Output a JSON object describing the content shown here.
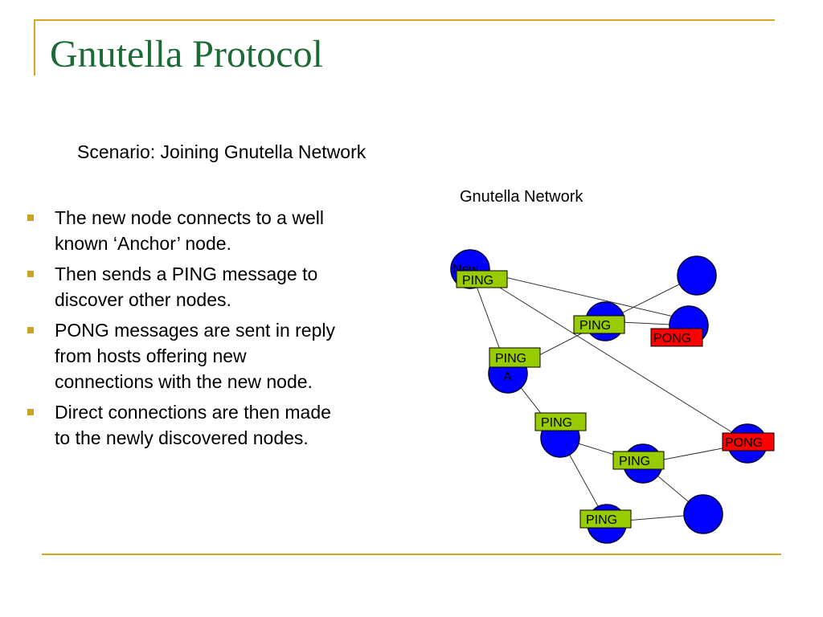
{
  "title": "Gnutella Protocol",
  "subtitle": "Scenario: Joining Gnutella Network",
  "bullets": [
    "The new node connects to a well known ‘Anchor’ node.",
    "Then sends a PING message to discover other nodes.",
    "PONG messages are sent in reply from hosts offering new connections with the new node.",
    "Direct connections are then made to the newly discovered nodes."
  ],
  "diagram": {
    "network_label": "Gnutella Network",
    "node_labels": {
      "new": "New",
      "anchor": "A"
    },
    "tags": {
      "ping_new": "PING",
      "ping_mid": "PING",
      "ping_anchor": "PING",
      "ping_lower": "PING",
      "ping_right_lower": "PING",
      "ping_bottom": "PING",
      "pong_mid": "PONG",
      "pong_right": "PONG"
    },
    "colors": {
      "node": "#0000ff",
      "ping": "#99cc00",
      "pong": "#ff0000",
      "title": "#1c6b36",
      "rule": "#d9a520"
    }
  }
}
